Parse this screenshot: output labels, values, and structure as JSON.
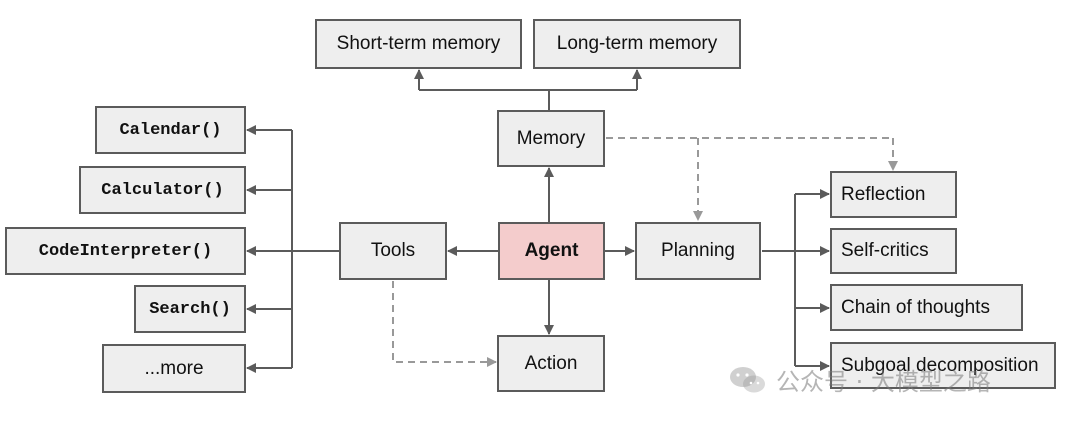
{
  "nodes": {
    "short_term_memory": "Short-term memory",
    "long_term_memory": "Long-term memory",
    "memory": "Memory",
    "agent": "Agent",
    "tools": "Tools",
    "planning": "Planning",
    "action": "Action",
    "calendar": "Calendar()",
    "calculator": "Calculator()",
    "code_interpreter": "CodeInterpreter()",
    "search": "Search()",
    "more": "...more",
    "reflection": "Reflection",
    "self_critics": "Self-critics",
    "chain_of_thoughts": "Chain of thoughts",
    "subgoal_decomposition": "Subgoal decomposition"
  },
  "watermark": "公众号 · 大模型之路",
  "colors": {
    "box_fill": "#eeeeee",
    "agent_fill": "#f4cccc",
    "line": "#5b5b5b",
    "dashed_line": "#999999"
  }
}
